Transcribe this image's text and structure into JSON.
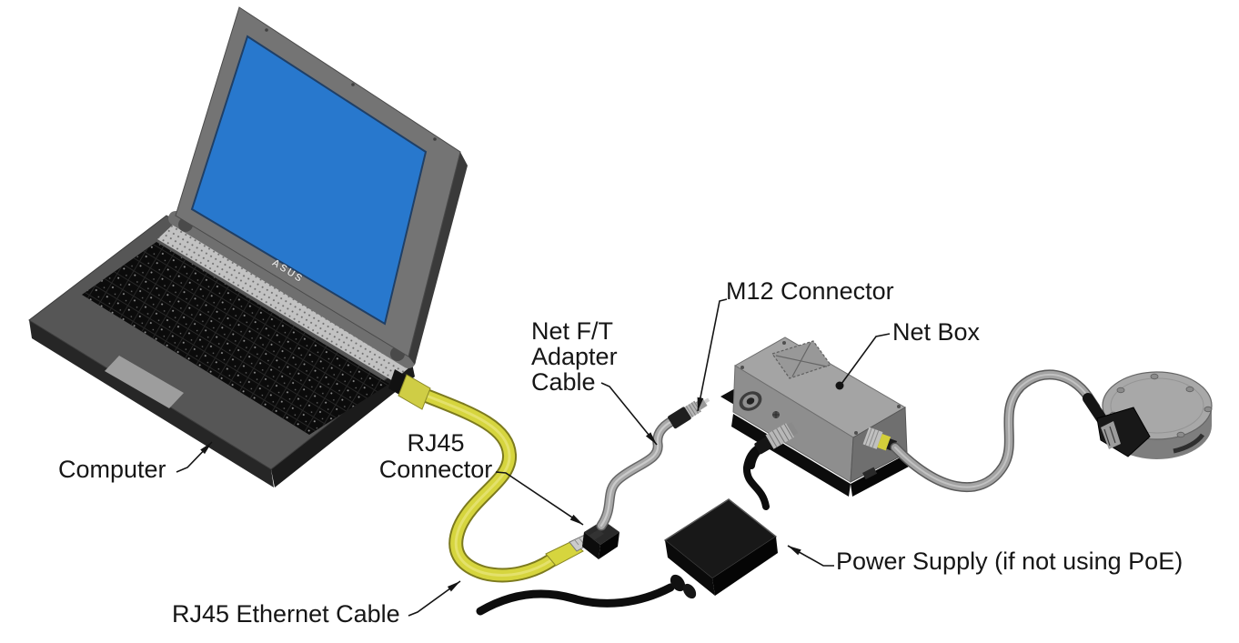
{
  "diagram": {
    "labels": {
      "computer": "Computer",
      "rj45_connector": "RJ45\nConnector",
      "rj45_ethernet_cable": "RJ45 Ethernet Cable",
      "net_ft_adapter_cable": "Net F/T\nAdapter\nCable",
      "m12_connector": "M12 Connector",
      "net_box": "Net Box",
      "power_supply": "Power Supply (if not using PoE)"
    },
    "laptop_brand": "ASUS",
    "colors": {
      "background": "#ffffff",
      "label_text": "#161616",
      "screen_blue": "#2878cd",
      "ethernet_cable_yellow": "#d6d53e",
      "adapter_cable_gray": "#a8a8a8",
      "net_box_gray": "#9a9a9a",
      "power_supply_black": "#141414"
    }
  }
}
